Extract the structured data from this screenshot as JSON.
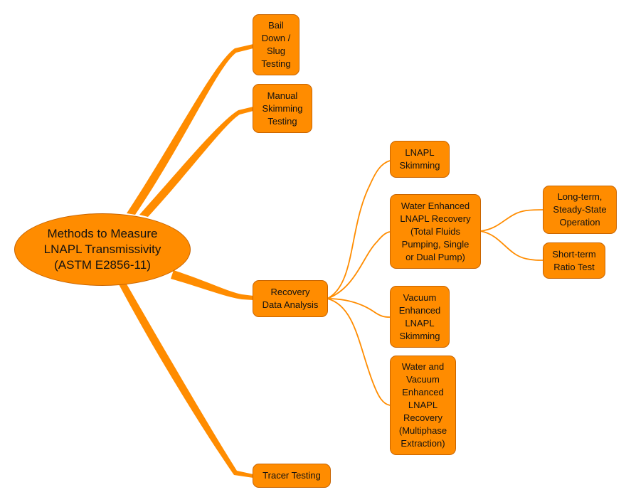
{
  "colors": {
    "node_fill": "#ff8c00",
    "node_border": "#c86400",
    "link": "#ff8c00",
    "text": "#111111"
  },
  "root": {
    "label": "Methods to Measure\nLNAPL Transmissivity\n(ASTM E2856-11)"
  },
  "branches": [
    {
      "label": "Bail\nDown /\nSlug\nTesting"
    },
    {
      "label": "Manual\nSkimming\nTesting"
    },
    {
      "label": "Recovery\nData Analysis",
      "children": [
        {
          "label": "LNAPL\nSkimming"
        },
        {
          "label": "Water Enhanced\nLNAPL Recovery\n(Total Fluids\nPumping, Single\nor Dual Pump)",
          "children": [
            {
              "label": "Long-term,\nSteady-State\nOperation"
            },
            {
              "label": "Short-term\nRatio Test"
            }
          ]
        },
        {
          "label": "Vacuum\nEnhanced\nLNAPL\nSkimming"
        },
        {
          "label": "Water and\nVacuum\nEnhanced\nLNAPL\nRecovery\n(Multiphase\nExtraction)"
        }
      ]
    },
    {
      "label": "Tracer Testing"
    }
  ]
}
